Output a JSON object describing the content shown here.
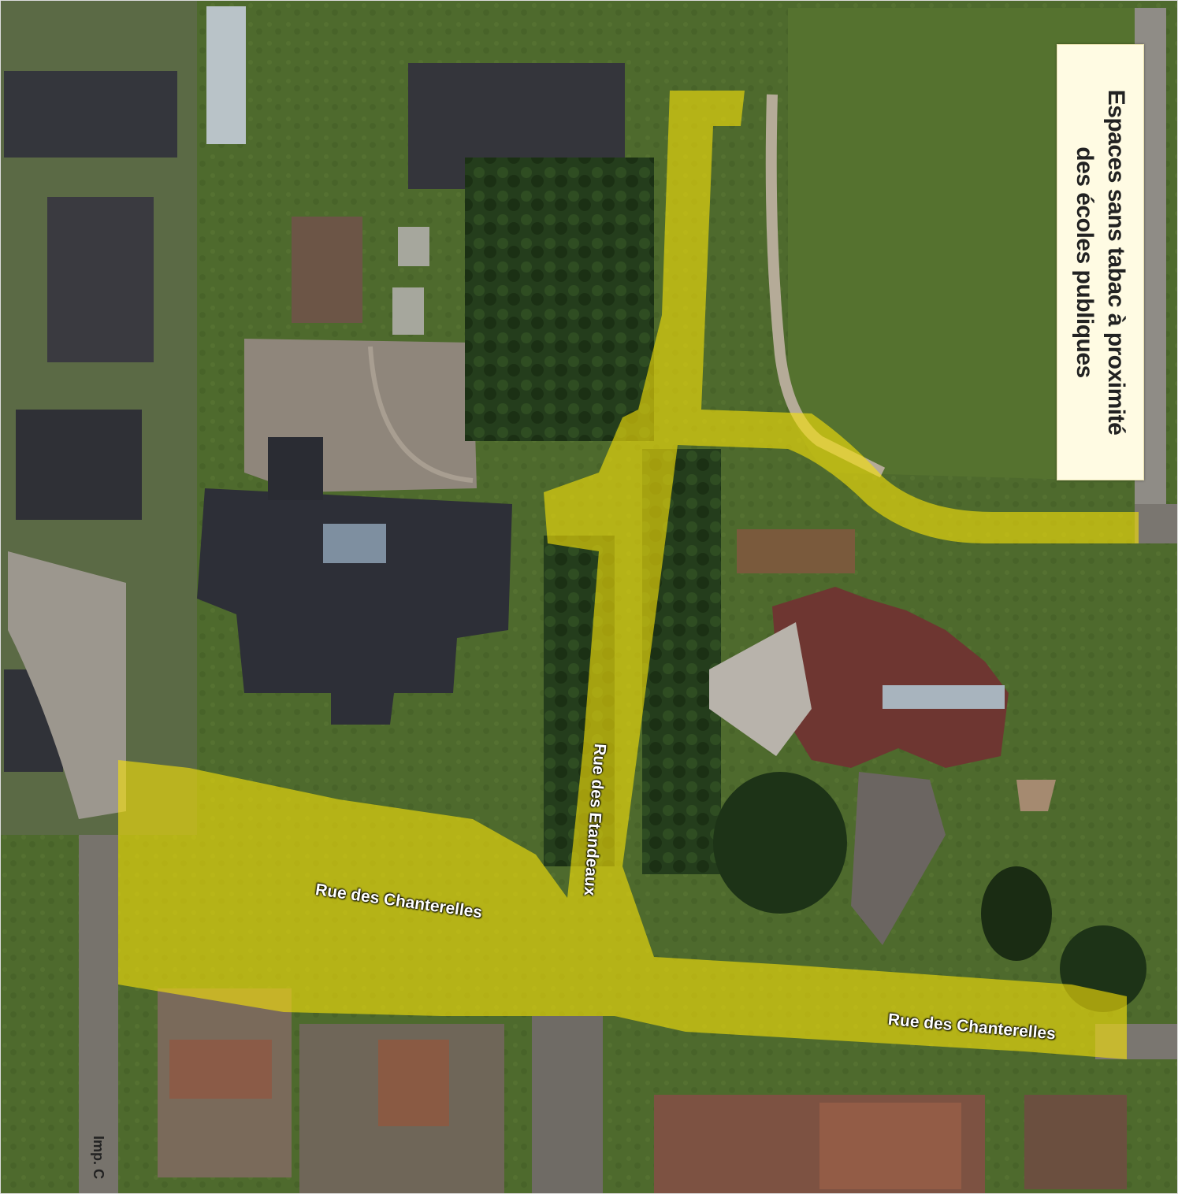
{
  "map": {
    "legend": {
      "line1": "Espaces sans tabac à proximité",
      "line2": "des écoles publiques"
    },
    "labels": {
      "chanterelles_west": "Rue des Chanterelles",
      "chanterelles_east": "Rue des Chanterelles",
      "etandeaux": "Rue des Etandeaux",
      "impasse": "Imp. C"
    },
    "colors": {
      "highlight": "#f5e10a",
      "grass": "#4f6b2e",
      "trees": "#1f3518",
      "roof_dark": "#2e3036",
      "roof_red": "#7a3b33",
      "asphalt": "#6d6a66"
    },
    "icons": [
      "satellite-background",
      "tobacco-free-zone-overlay"
    ]
  }
}
